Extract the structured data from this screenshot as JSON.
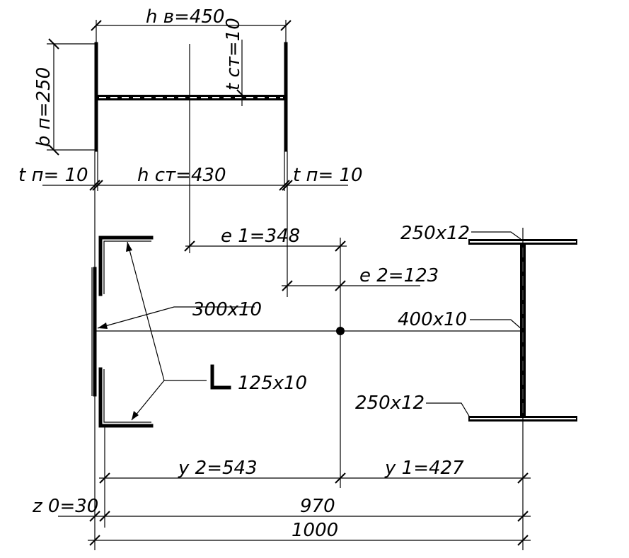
{
  "labels": {
    "hb": "h в=450",
    "tst": "t ст=10",
    "bp": "b п=250",
    "tp_left": "t п= 10",
    "hst": "h ст=430",
    "tp_right": "t п= 10",
    "e1": "e 1=348",
    "e2": "e 2=123",
    "plate_300": "300x10",
    "angle_125": "125x10",
    "flange_top": "250x12",
    "web_400": "400x10",
    "flange_bottom": "250x12",
    "y2": "y 2=543",
    "y1": "y 1=427",
    "z0": "z 0=30",
    "dim_970": "970",
    "dim_1000": "1000"
  },
  "colors": {
    "ink": "#000000",
    "background": "#ffffff"
  }
}
